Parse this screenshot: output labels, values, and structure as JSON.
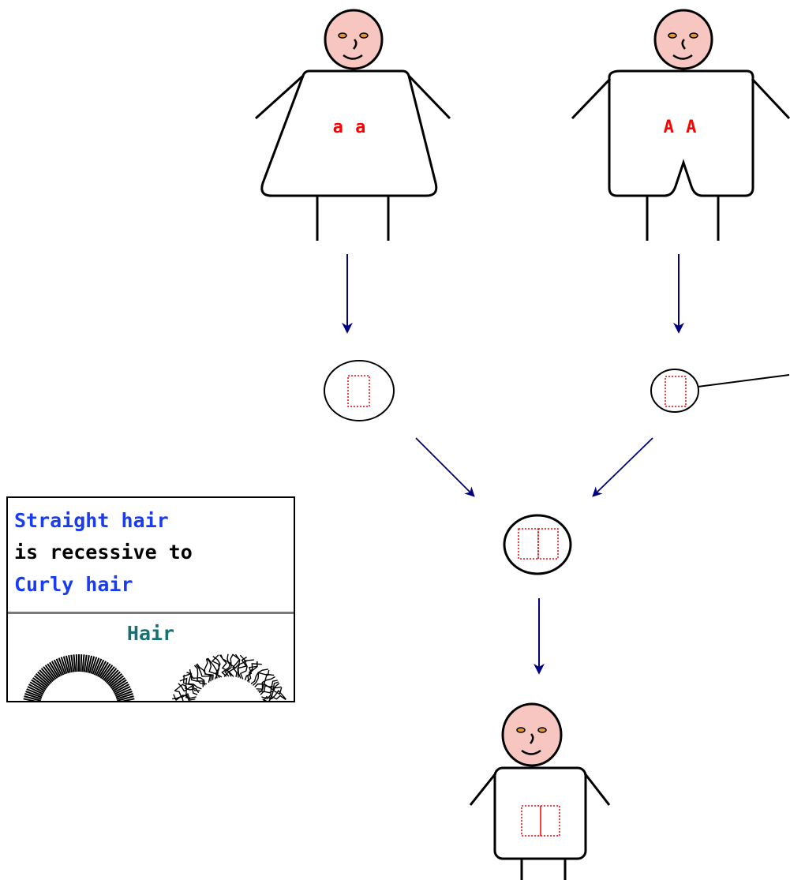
{
  "parents": {
    "mother": {
      "genotype": "a a"
    },
    "father": {
      "genotype": "A A"
    }
  },
  "legend": {
    "line1": "Straight hair",
    "line2": "is recessive to",
    "line3": "Curly hair",
    "trait": "Hair"
  },
  "colors": {
    "skin": "#f7c6c0",
    "arrow": "#000080",
    "allele": "#ff0000",
    "trait_label": "#1a7070",
    "legend_phenotype": "#1a3cf0",
    "divider": "#7a7a7a"
  },
  "icons": {
    "straight_hair": "straight-hair-icon",
    "curly_hair": "curly-hair-icon"
  }
}
